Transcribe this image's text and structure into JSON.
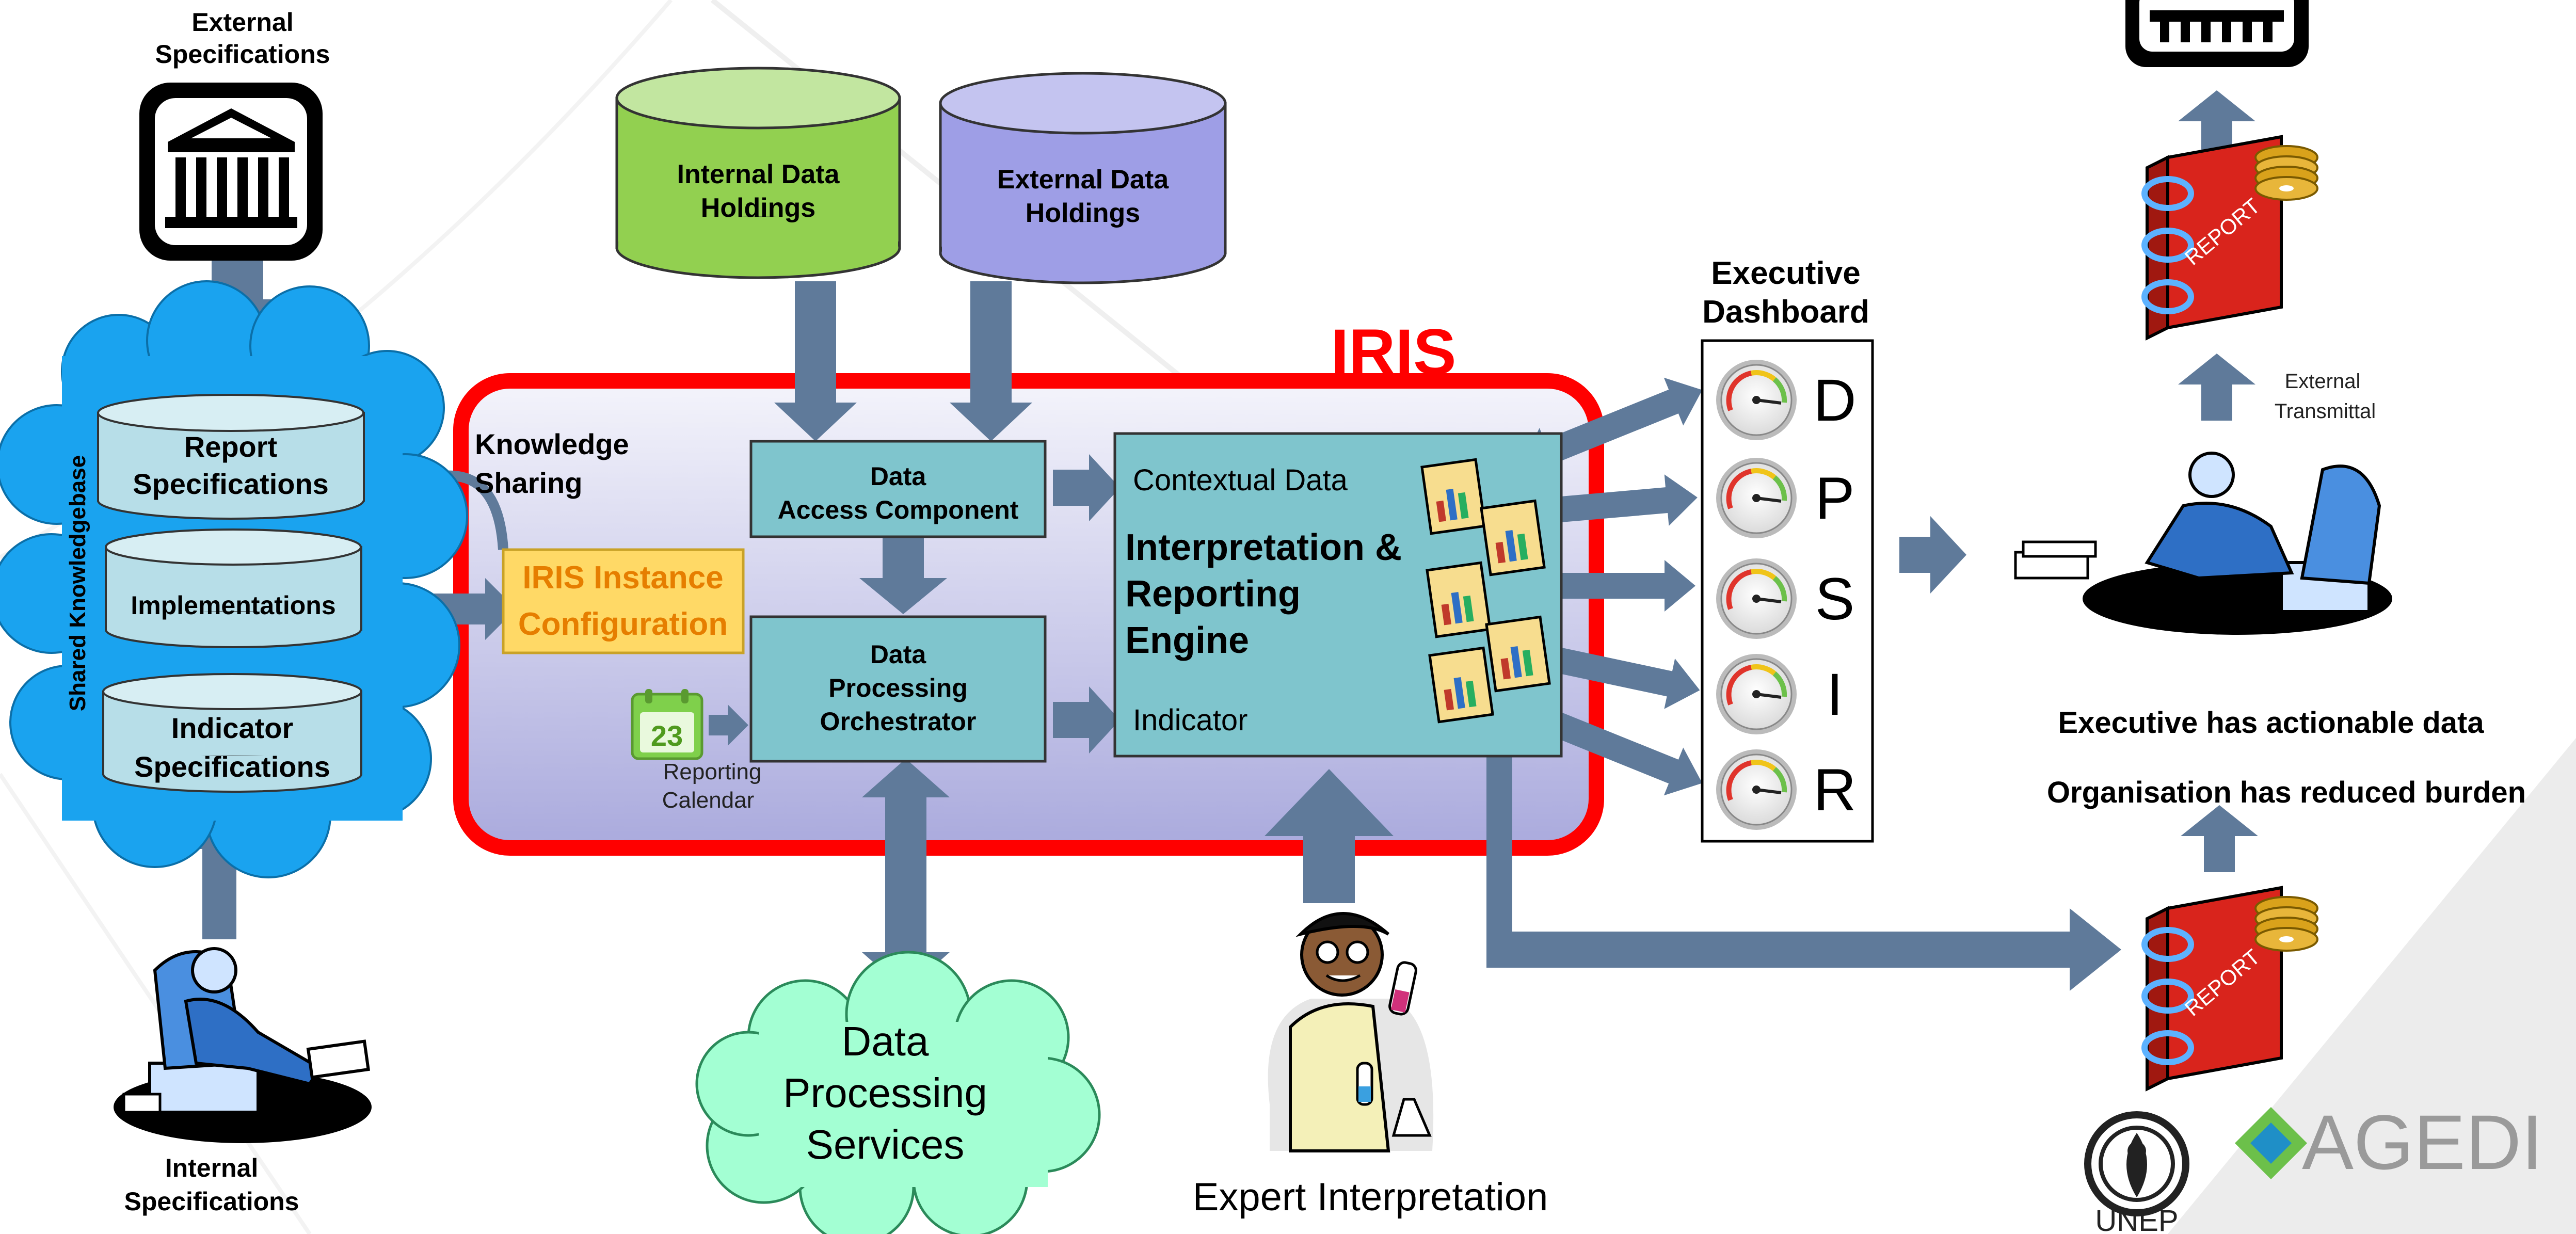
{
  "title": "IRIS",
  "external_specifications": [
    "External",
    "Specifications"
  ],
  "internal_specifications": [
    "Internal",
    "Specifications"
  ],
  "shared_knowledgebase": "Shared Knowledgebase",
  "kb_items": {
    "report": [
      "Report",
      "Specifications"
    ],
    "implementations": "Implementations",
    "indicator": [
      "Indicator",
      "Specifications"
    ]
  },
  "knowledge_sharing": [
    "Knowledge",
    "Sharing"
  ],
  "instance_config": [
    "IRIS Instance",
    "Configuration"
  ],
  "calendar_day": "23",
  "reporting_calendar": [
    "Reporting",
    "Calendar"
  ],
  "internal_data": [
    "Internal Data",
    "Holdings"
  ],
  "external_data": [
    "External Data",
    "Holdings"
  ],
  "access_component": [
    "Data",
    "Access Component"
  ],
  "orchestrator": [
    "Data",
    "Processing",
    "Orchestrator"
  ],
  "engine": {
    "contextual": "Contextual Data",
    "title": [
      "Interpretation &",
      "Reporting",
      "Engine"
    ],
    "indicator": "Indicator"
  },
  "dashboard": {
    "title": [
      "Executive",
      "Dashboard"
    ],
    "letters": [
      "D",
      "P",
      "S",
      "I",
      "R"
    ]
  },
  "services": [
    "Data",
    "Processing",
    "Services"
  ],
  "expert": "Expert Interpretation",
  "external_transmittal": [
    "External",
    "Transmittal"
  ],
  "report_label": "REPORT",
  "outcome1": "Executive has actionable data",
  "outcome2": "Organisation has reduced burden",
  "logos": {
    "unep": "UNEP",
    "agedi": "AGEDI"
  },
  "colors": {
    "arrow": "#5f7a9a",
    "iris_red": "#ff0000",
    "component_fill": "#7fc5cd",
    "cloud_blue": "#1aa3ef",
    "green_db": "#92d050",
    "purple_db": "#9e9ee6",
    "config_fill": "#ffd966",
    "services_fill": "#a3ffd3"
  }
}
